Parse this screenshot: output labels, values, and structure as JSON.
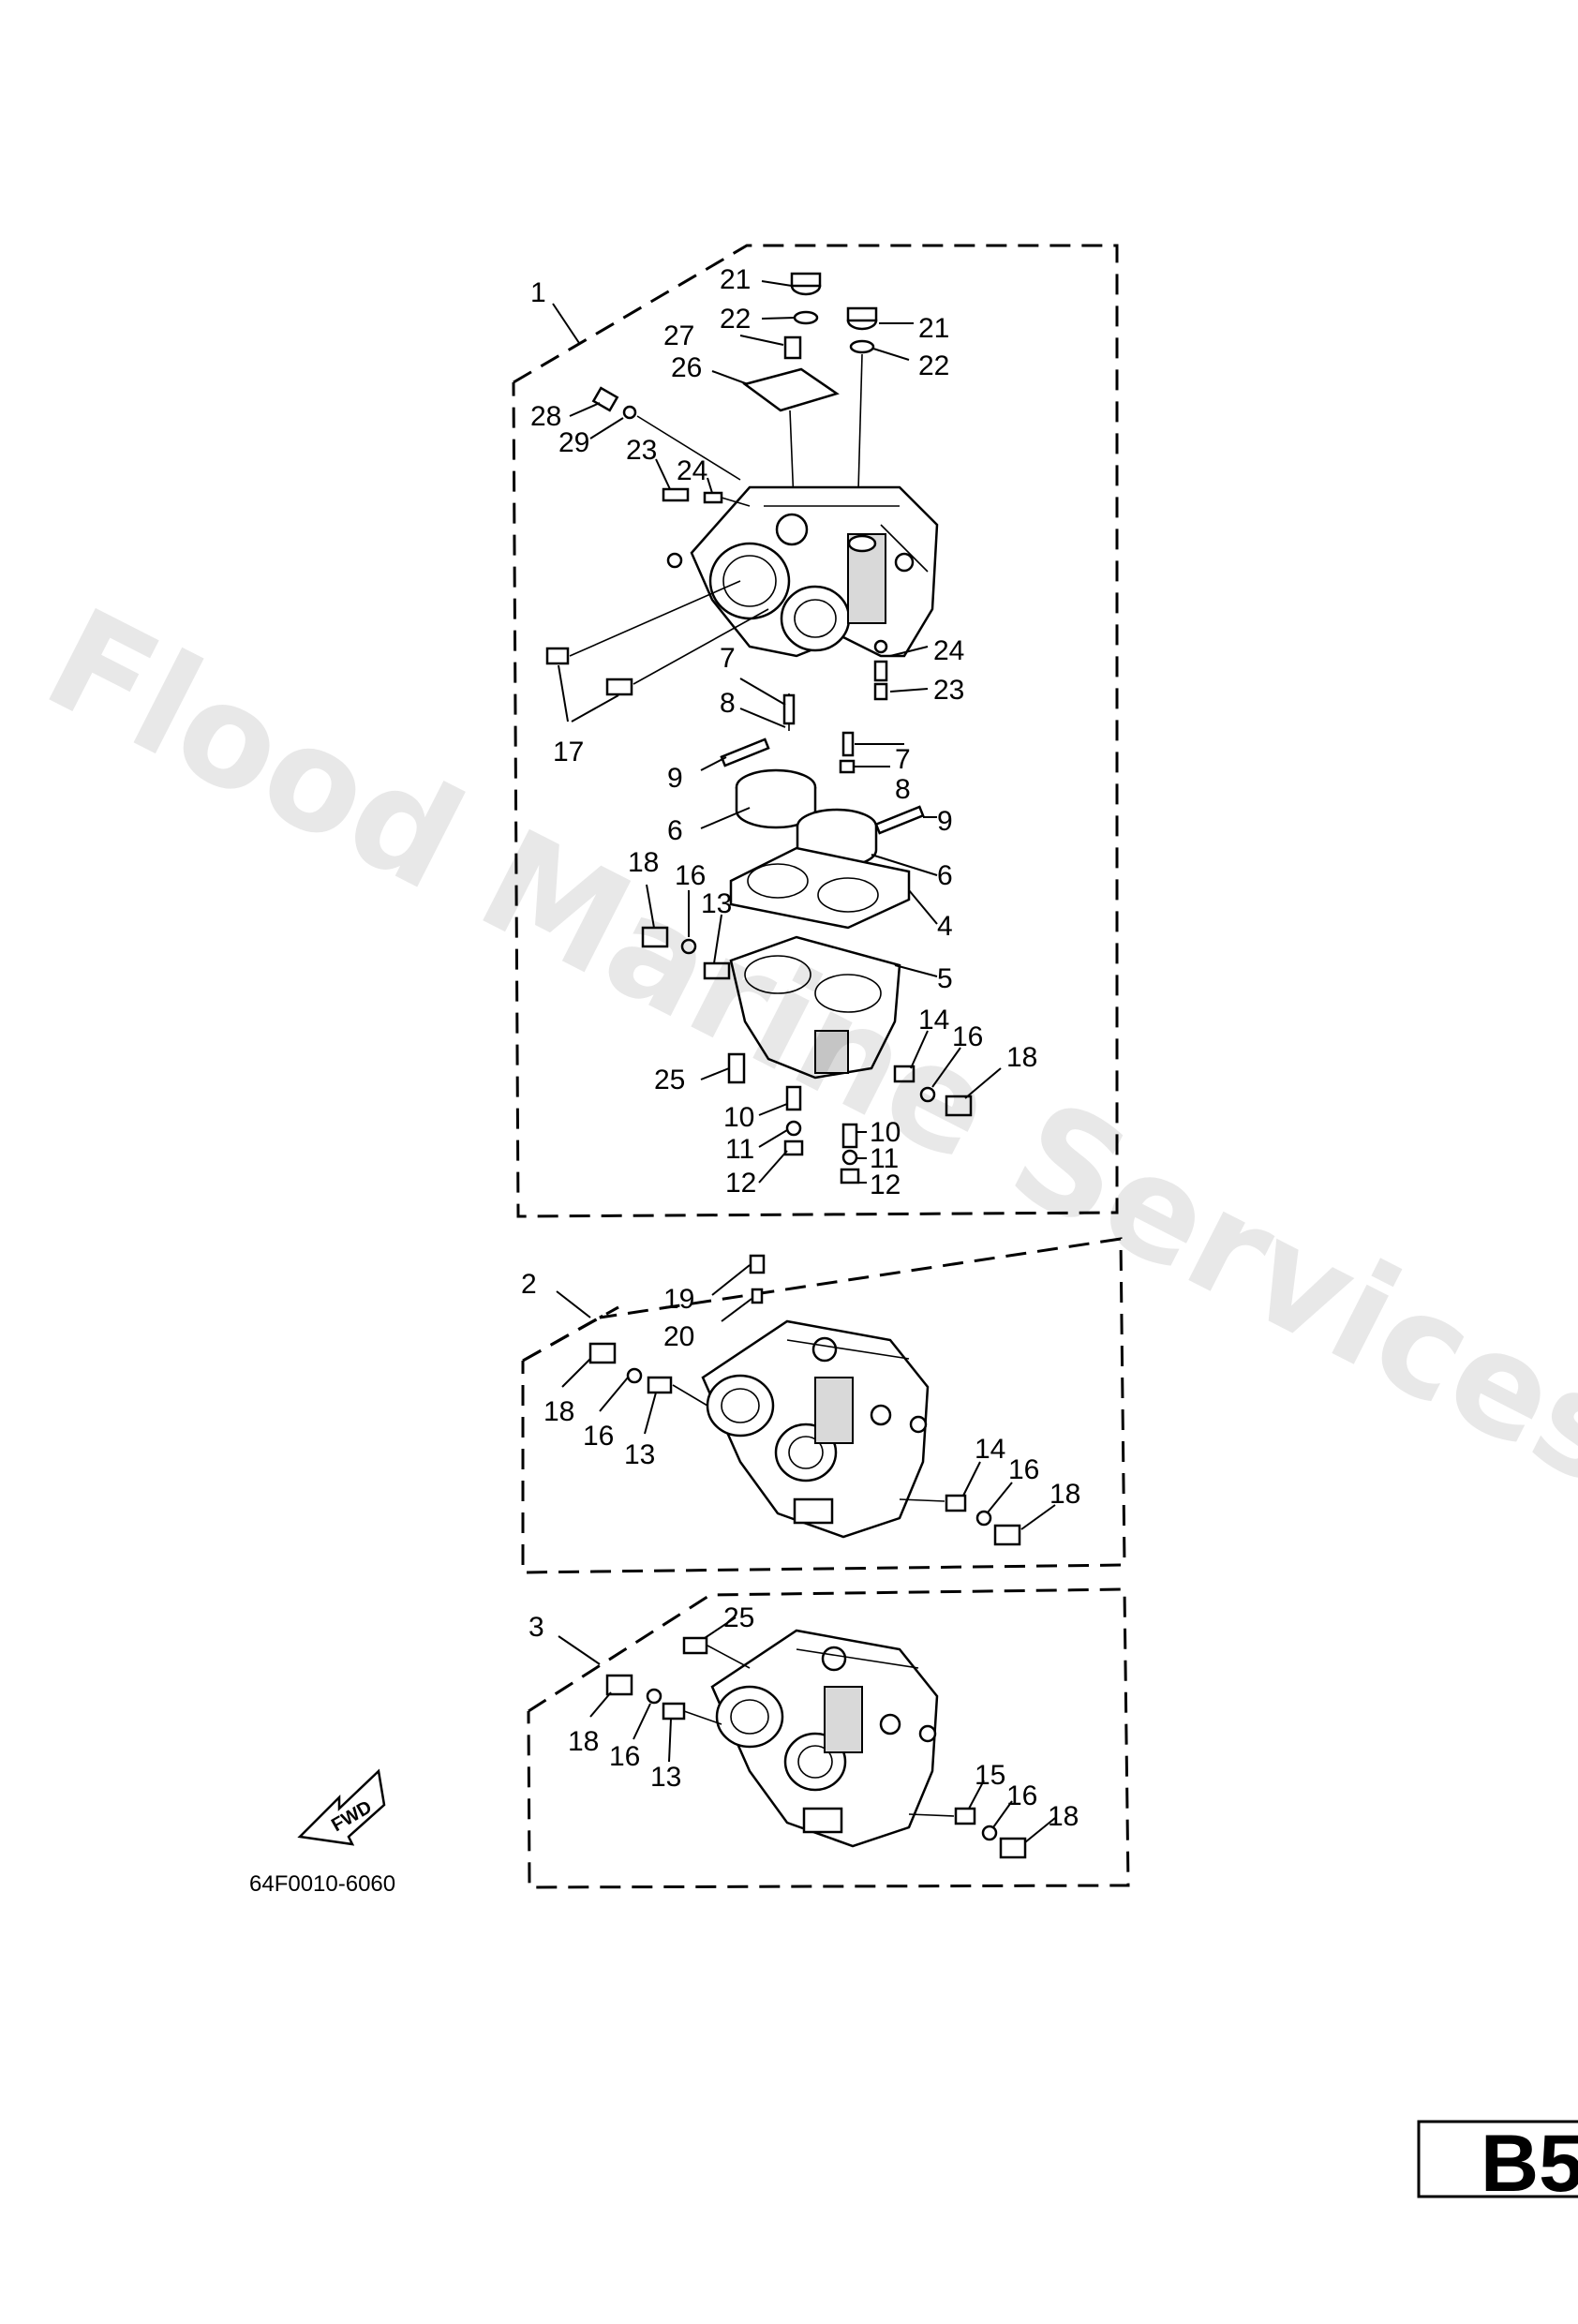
{
  "watermark": "Flood Marine Services",
  "drawing_code": "64F0010-6060",
  "fwd_label": "FWD",
  "page_tag": "B5",
  "callouts": {
    "c1_1": "1",
    "c1_21a": "21",
    "c1_22a": "22",
    "c1_21b": "21",
    "c1_22b": "22",
    "c1_27": "27",
    "c1_26": "26",
    "c1_28": "28",
    "c1_29": "29",
    "c1_23a": "23",
    "c1_24a": "24",
    "c1_24b": "24",
    "c1_23b": "23",
    "c1_7a": "7",
    "c1_8a": "8",
    "c1_17": "17",
    "c1_7b": "7",
    "c1_8b": "8",
    "c1_9a": "9",
    "c1_9b": "9",
    "c1_6a": "6",
    "c1_6b": "6",
    "c1_18a": "18",
    "c1_16a": "16",
    "c1_13": "13",
    "c1_4": "4",
    "c1_5": "5",
    "c1_14": "14",
    "c1_16b": "16",
    "c1_18b": "18",
    "c1_25": "25",
    "c1_10a": "10",
    "c1_11a": "11",
    "c1_12a": "12",
    "c1_10b": "10",
    "c1_11b": "11",
    "c1_12b": "12",
    "c2_2": "2",
    "c2_19": "19",
    "c2_20": "20",
    "c2_18a": "18",
    "c2_16a": "16",
    "c2_13": "13",
    "c2_14": "14",
    "c2_16b": "16",
    "c2_18b": "18",
    "c3_3": "3",
    "c3_25": "25",
    "c3_18a": "18",
    "c3_16a": "16",
    "c3_13": "13",
    "c3_15": "15",
    "c3_16b": "16",
    "c3_18b": "18"
  }
}
